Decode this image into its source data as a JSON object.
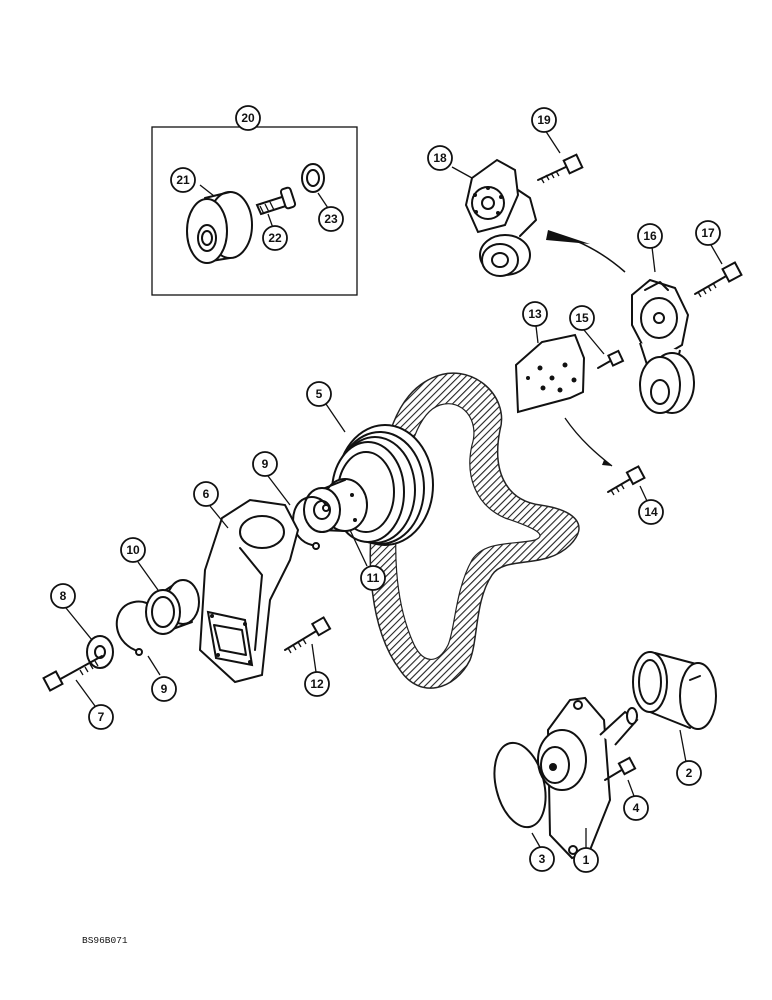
{
  "drawing_id": "BS96B071",
  "callouts": {
    "c1": "1",
    "c2": "2",
    "c3": "3",
    "c4": "4",
    "c5": "5",
    "c6": "6",
    "c7": "7",
    "c8": "8",
    "c9a": "9",
    "c9b": "9",
    "c10": "10",
    "c11": "11",
    "c12": "12",
    "c13": "13",
    "c14": "14",
    "c15": "15",
    "c16": "16",
    "c17": "17",
    "c18": "18",
    "c19": "19",
    "c20": "20",
    "c21": "21",
    "c22": "22",
    "c23": "23"
  }
}
